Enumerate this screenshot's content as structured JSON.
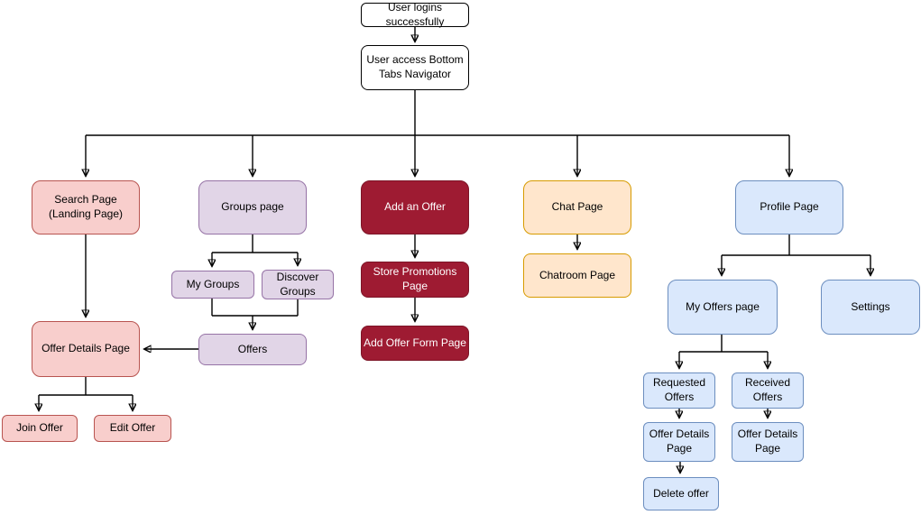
{
  "diagram": {
    "type": "flowchart",
    "description": "App navigation flow from login through bottom tabs navigator",
    "palette": {
      "white": {
        "fill": "#ffffff",
        "stroke": "#000000",
        "text": "#000000"
      },
      "red": {
        "fill": "#f8cecc",
        "stroke": "#b85450",
        "text": "#000000"
      },
      "purple": {
        "fill": "#e1d5e7",
        "stroke": "#9673a6",
        "text": "#000000"
      },
      "darkred": {
        "fill": "#9e1b32",
        "stroke": "#7c1527",
        "text": "#ffffff"
      },
      "orange": {
        "fill": "#ffe6cc",
        "stroke": "#d79b00",
        "text": "#000000"
      },
      "blue": {
        "fill": "#dae8fc",
        "stroke": "#6c8ebf",
        "text": "#000000"
      }
    },
    "nodes": {
      "user_login": {
        "label": "User logins successfully"
      },
      "bottom_tabs": {
        "label": "User access Bottom Tabs Navigator"
      },
      "search_page": {
        "label": "Search Page (Landing Page)"
      },
      "groups_page": {
        "label": "Groups page"
      },
      "add_offer": {
        "label": "Add an Offer"
      },
      "chat_page": {
        "label": "Chat Page"
      },
      "profile_page": {
        "label": "Profile Page"
      },
      "my_groups": {
        "label": "My Groups"
      },
      "discover_groups": {
        "label": "Discover Groups"
      },
      "offers": {
        "label": "Offers"
      },
      "offer_details_main": {
        "label": "Offer Details Page"
      },
      "join_offer": {
        "label": "Join Offer"
      },
      "edit_offer": {
        "label": "Edit Offer"
      },
      "store_promotions": {
        "label": "Store Promotions Page"
      },
      "add_offer_form": {
        "label": "Add Offer Form Page"
      },
      "chatroom_page": {
        "label": "Chatroom Page"
      },
      "my_offers": {
        "label": "My Offers page"
      },
      "settings": {
        "label": "Settings"
      },
      "requested_offers": {
        "label": "Requested Offers"
      },
      "received_offers": {
        "label": "Received Offers"
      },
      "offer_details_req": {
        "label": "Offer Details Page"
      },
      "offer_details_rec": {
        "label": "Offer Details Page"
      },
      "delete_offer": {
        "label": "Delete offer"
      }
    },
    "edges": [
      {
        "from": "user_login",
        "to": "bottom_tabs"
      },
      {
        "from": "bottom_tabs",
        "to": "search_page"
      },
      {
        "from": "bottom_tabs",
        "to": "groups_page"
      },
      {
        "from": "bottom_tabs",
        "to": "add_offer"
      },
      {
        "from": "bottom_tabs",
        "to": "chat_page"
      },
      {
        "from": "bottom_tabs",
        "to": "profile_page"
      },
      {
        "from": "search_page",
        "to": "offer_details_main"
      },
      {
        "from": "groups_page",
        "to": "my_groups"
      },
      {
        "from": "groups_page",
        "to": "discover_groups"
      },
      {
        "from": "my_groups",
        "to": "offers"
      },
      {
        "from": "discover_groups",
        "to": "offers"
      },
      {
        "from": "offers",
        "to": "offer_details_main"
      },
      {
        "from": "offer_details_main",
        "to": "join_offer"
      },
      {
        "from": "offer_details_main",
        "to": "edit_offer"
      },
      {
        "from": "add_offer",
        "to": "store_promotions"
      },
      {
        "from": "store_promotions",
        "to": "add_offer_form"
      },
      {
        "from": "chat_page",
        "to": "chatroom_page"
      },
      {
        "from": "profile_page",
        "to": "my_offers"
      },
      {
        "from": "profile_page",
        "to": "settings"
      },
      {
        "from": "my_offers",
        "to": "requested_offers"
      },
      {
        "from": "my_offers",
        "to": "received_offers"
      },
      {
        "from": "requested_offers",
        "to": "offer_details_req"
      },
      {
        "from": "received_offers",
        "to": "offer_details_rec"
      },
      {
        "from": "offer_details_req",
        "to": "delete_offer"
      }
    ]
  }
}
